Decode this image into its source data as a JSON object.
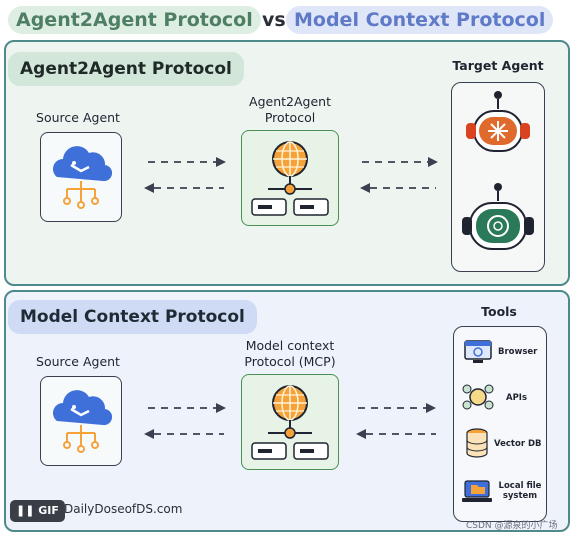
{
  "header": {
    "title_a2a": "Agent2Agent Protocol",
    "title_vs": "vs.",
    "title_mcp": "Model Context Protocol"
  },
  "a2a_section": {
    "title": "Agent2Agent Protocol",
    "source_label": "Source Agent",
    "protocol_label": "Agent2Agent Protocol",
    "target_label": "Target Agent"
  },
  "mcp_section": {
    "title": "Model Context Protocol",
    "source_label": "Source Agent",
    "protocol_label": "Model context Protocol (MCP)",
    "tools_label": "Tools",
    "tools": [
      "Browser",
      "APIs",
      "Vector DB",
      "Local file system"
    ]
  },
  "footer": {
    "badge": "❚❚ GIF",
    "source": "DailyDoseofDS.com",
    "watermark": "CSDN @源泉的小广场"
  },
  "colors": {
    "a2a_accent": "#4f7f63",
    "mcp_accent": "#5e7ac8",
    "panel_border": "#4e8a8a",
    "cloud_blue": "#3f6fd8",
    "orange": "#f5a23a"
  }
}
